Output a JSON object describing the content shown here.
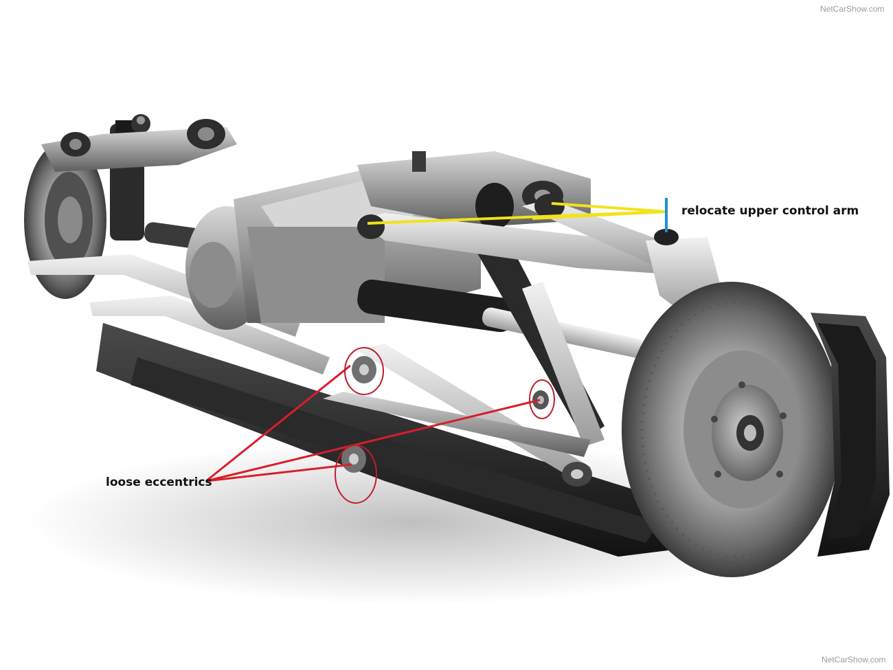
{
  "watermark": {
    "top": "NetCarShow.com",
    "bottom": "NetCarShow.com"
  },
  "annotations": {
    "upper_label": "relocate upper control arm",
    "loose_label": "loose eccentrics"
  },
  "colors": {
    "upper_arrow": "#f2e21c",
    "upper_marker": "#1e90d6",
    "loose_arrow": "#d81e2a",
    "loose_circle": "#c01c2a"
  }
}
